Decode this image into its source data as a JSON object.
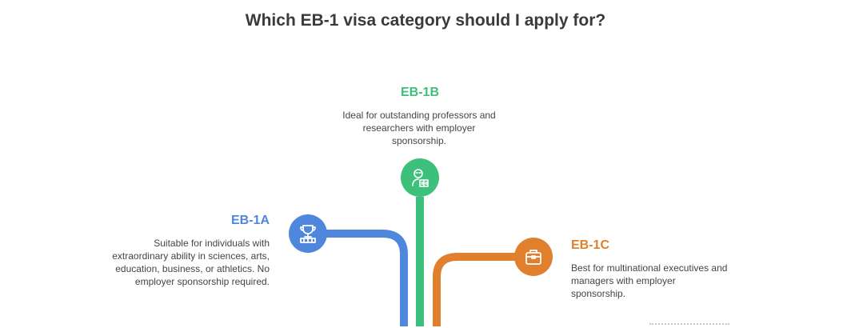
{
  "title": "Which EB-1 visa category should I apply for?",
  "colors": {
    "eb1a": "#4f87dd",
    "eb1b": "#3cc07b",
    "eb1c": "#e07f2c"
  },
  "nodes": {
    "eb1a": {
      "label": "EB-1A",
      "icon": "trophy-icon",
      "description": "Suitable for individuals with extraordinary ability in sciences, arts, education, business, or athletics. No employer sponsorship required."
    },
    "eb1b": {
      "label": "EB-1B",
      "icon": "professor-reading-icon",
      "description": "Ideal for outstanding professors and researchers with employer sponsorship."
    },
    "eb1c": {
      "label": "EB-1C",
      "icon": "briefcase-icon",
      "description": "Best for multinational executives and managers with employer sponsorship."
    }
  }
}
